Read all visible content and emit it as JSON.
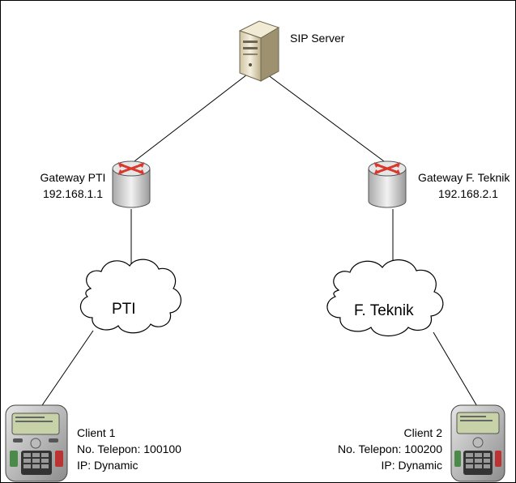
{
  "nodes": {
    "sip_server": {
      "label": "SIP Server"
    },
    "gateway_pti": {
      "name": "Gateway PTI",
      "ip": "192.168.1.1"
    },
    "gateway_ft": {
      "name": "Gateway F. Teknik",
      "ip": "192.168.2.1"
    },
    "cloud_pti": {
      "label": "PTI"
    },
    "cloud_ft": {
      "label": "F. Teknik"
    },
    "client1": {
      "name": "Client 1",
      "phone": "No. Telepon: 100100",
      "ip": "IP: Dynamic"
    },
    "client2": {
      "name": "Client 2",
      "phone": "No. Telepon: 100200",
      "ip": "IP: Dynamic"
    }
  },
  "colors": {
    "line": "#000000",
    "router_body": "#d9d9d9",
    "router_arrow": "#e0362a",
    "server_body": "#e8dfc6"
  }
}
